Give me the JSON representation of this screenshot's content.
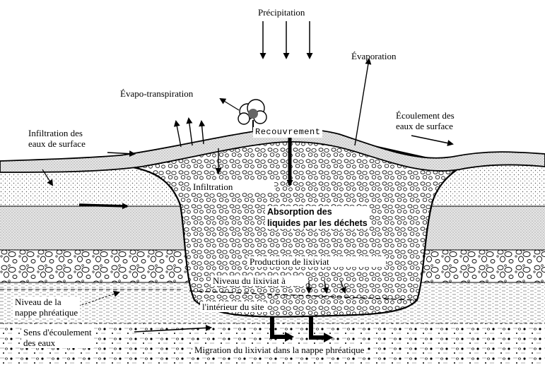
{
  "diagram": {
    "labels": {
      "precipitation": "Précipitation",
      "evaporation": "Évaporation",
      "evapo_transpiration": "Évapo-transpiration",
      "ecoulement_surface": "Écoulement des\neaux de surface",
      "infiltration_surface": "Infiltration des\neaux de surface",
      "recouvrement": "Recouvrement",
      "infiltration": "Infiltration",
      "absorption": "Absorption des\nliquides par les déchets",
      "production_lixiviat": "Production de lixiviat",
      "niveau_lixiviat": "Niveau du lixiviat à",
      "interieur_site": "l'intérieur du site",
      "niveau_nappe": "Niveau de la\nnappe phréatique",
      "sens_ecoulement": "Sens d'écoulement\ndes eaux",
      "migration": "Migration du lixiviat dans la nappe phréatique"
    }
  }
}
